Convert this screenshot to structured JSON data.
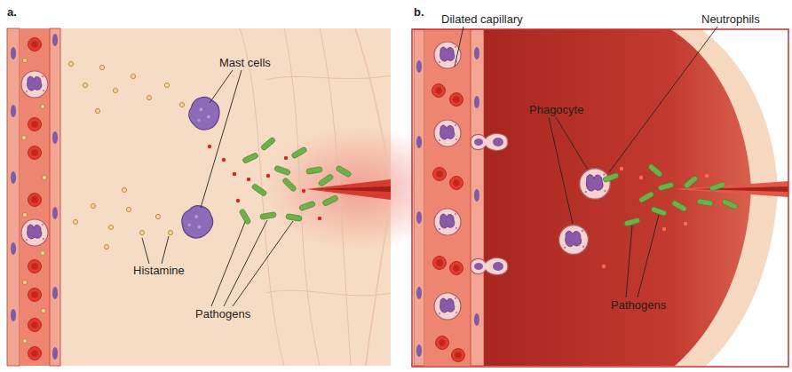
{
  "diagram": {
    "nodes": [
      {
        "text": [
          "a."
        ]
      },
      {
        "text": [
          "b."
        ]
      }
    ],
    "labels": [
      "Mast cells",
      "Histamine",
      "Pathogens",
      "Dilated capillary",
      "Neutrophils",
      "Phagocyte",
      "Pathogens"
    ]
  }
}
